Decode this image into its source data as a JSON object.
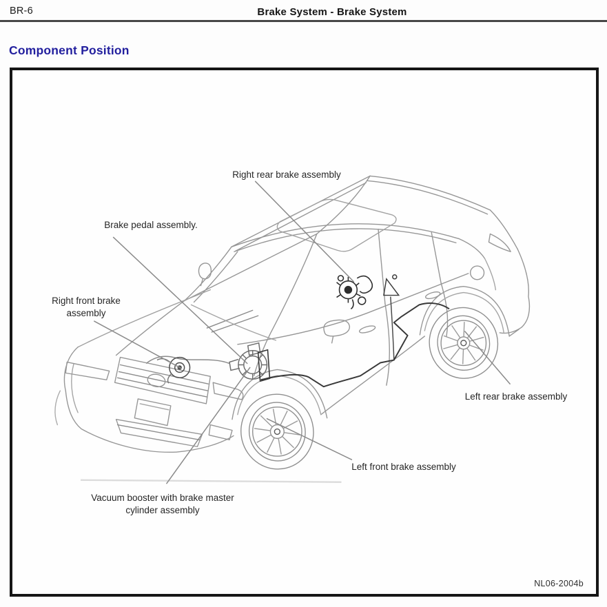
{
  "page": {
    "page_number": "BR-6",
    "header_title": "Brake System - Brake System",
    "section_heading": "Component Position"
  },
  "figure": {
    "code": "NL06-2004b",
    "labels": {
      "right_rear": "Right rear brake assembly",
      "brake_pedal": "Brake pedal assembly.",
      "right_front": "Right front brake assembly",
      "vacuum_booster": "Vacuum booster with brake master cylinder assembly",
      "left_front": "Left front brake assembly",
      "left_rear": "Left rear brake assembly"
    }
  },
  "colors": {
    "heading_blue": "#221f9e",
    "header_rule_gray": "#474747",
    "figure_border_black": "#161616",
    "line_art_gray": "#969696",
    "dark_component": "#303030",
    "label_text": "#262626"
  }
}
